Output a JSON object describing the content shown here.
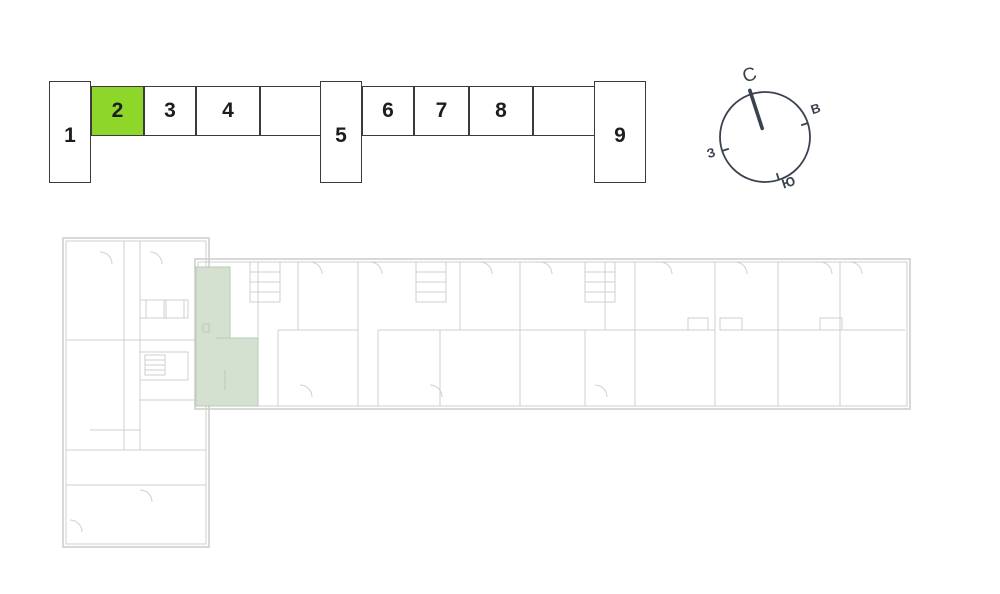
{
  "sections": [
    {
      "label": "1",
      "selected": false
    },
    {
      "label": "2",
      "selected": true
    },
    {
      "label": "3",
      "selected": false
    },
    {
      "label": "4",
      "selected": false
    },
    {
      "label": "",
      "selected": false
    },
    {
      "label": "5",
      "selected": false
    },
    {
      "label": "6",
      "selected": false
    },
    {
      "label": "7",
      "selected": false
    },
    {
      "label": "8",
      "selected": false
    },
    {
      "label": "",
      "selected": false
    },
    {
      "label": "9",
      "selected": false
    }
  ],
  "compass": {
    "north": "С",
    "east": "В",
    "south": "Ю",
    "west": "З",
    "needle_angle_deg": -18
  },
  "colors": {
    "selected_section": "#8ed62a",
    "highlighted_apartment": "#d4e1d1",
    "outline": "#3b3b3b",
    "plan_lines": "#cfcfcf"
  }
}
